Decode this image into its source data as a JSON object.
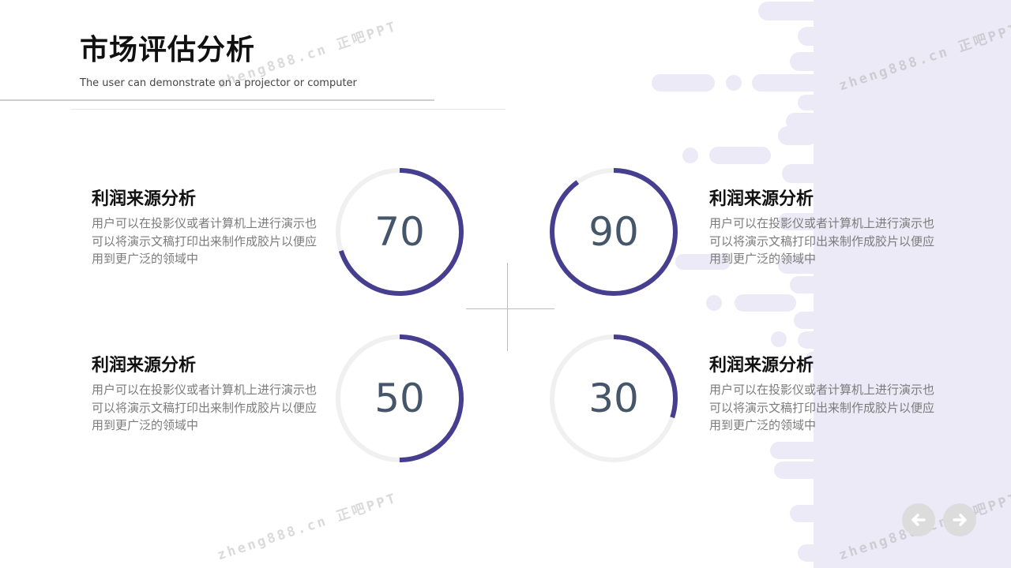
{
  "header": {
    "title": "市场评估分析",
    "subtitle": "The user can demonstrate on a projector or computer"
  },
  "items": [
    {
      "title": "利润来源分析",
      "desc": "用户可以在投影仪或者计算机上进行演示也可以将演示文稿打印出来制作成胶片以便应用到更广泛的领域中",
      "value": 70,
      "label": "70"
    },
    {
      "title": "利润来源分析",
      "desc": "用户可以在投影仪或者计算机上进行演示也可以将演示文稿打印出来制作成胶片以便应用到更广泛的领域中",
      "value": 90,
      "label": "90"
    },
    {
      "title": "利润来源分析",
      "desc": "用户可以在投影仪或者计算机上进行演示也可以将演示文稿打印出来制作成胶片以便应用到更广泛的领域中",
      "value": 50,
      "label": "50"
    },
    {
      "title": "利润来源分析",
      "desc": "用户可以在投影仪或者计算机上进行演示也可以将演示文稿打印出来制作成胶片以便应用到更广泛的领域中",
      "value": 30,
      "label": "30"
    }
  ],
  "colors": {
    "accent": "#463e8e",
    "track": "#f0f0f0",
    "number": "#46566a",
    "deco": "#ebeaf6"
  },
  "watermark": {
    "text": "zheng888.cn 正吧PPT"
  },
  "nav": {
    "prev_icon": "arrow-left-icon",
    "next_icon": "arrow-right-icon"
  }
}
